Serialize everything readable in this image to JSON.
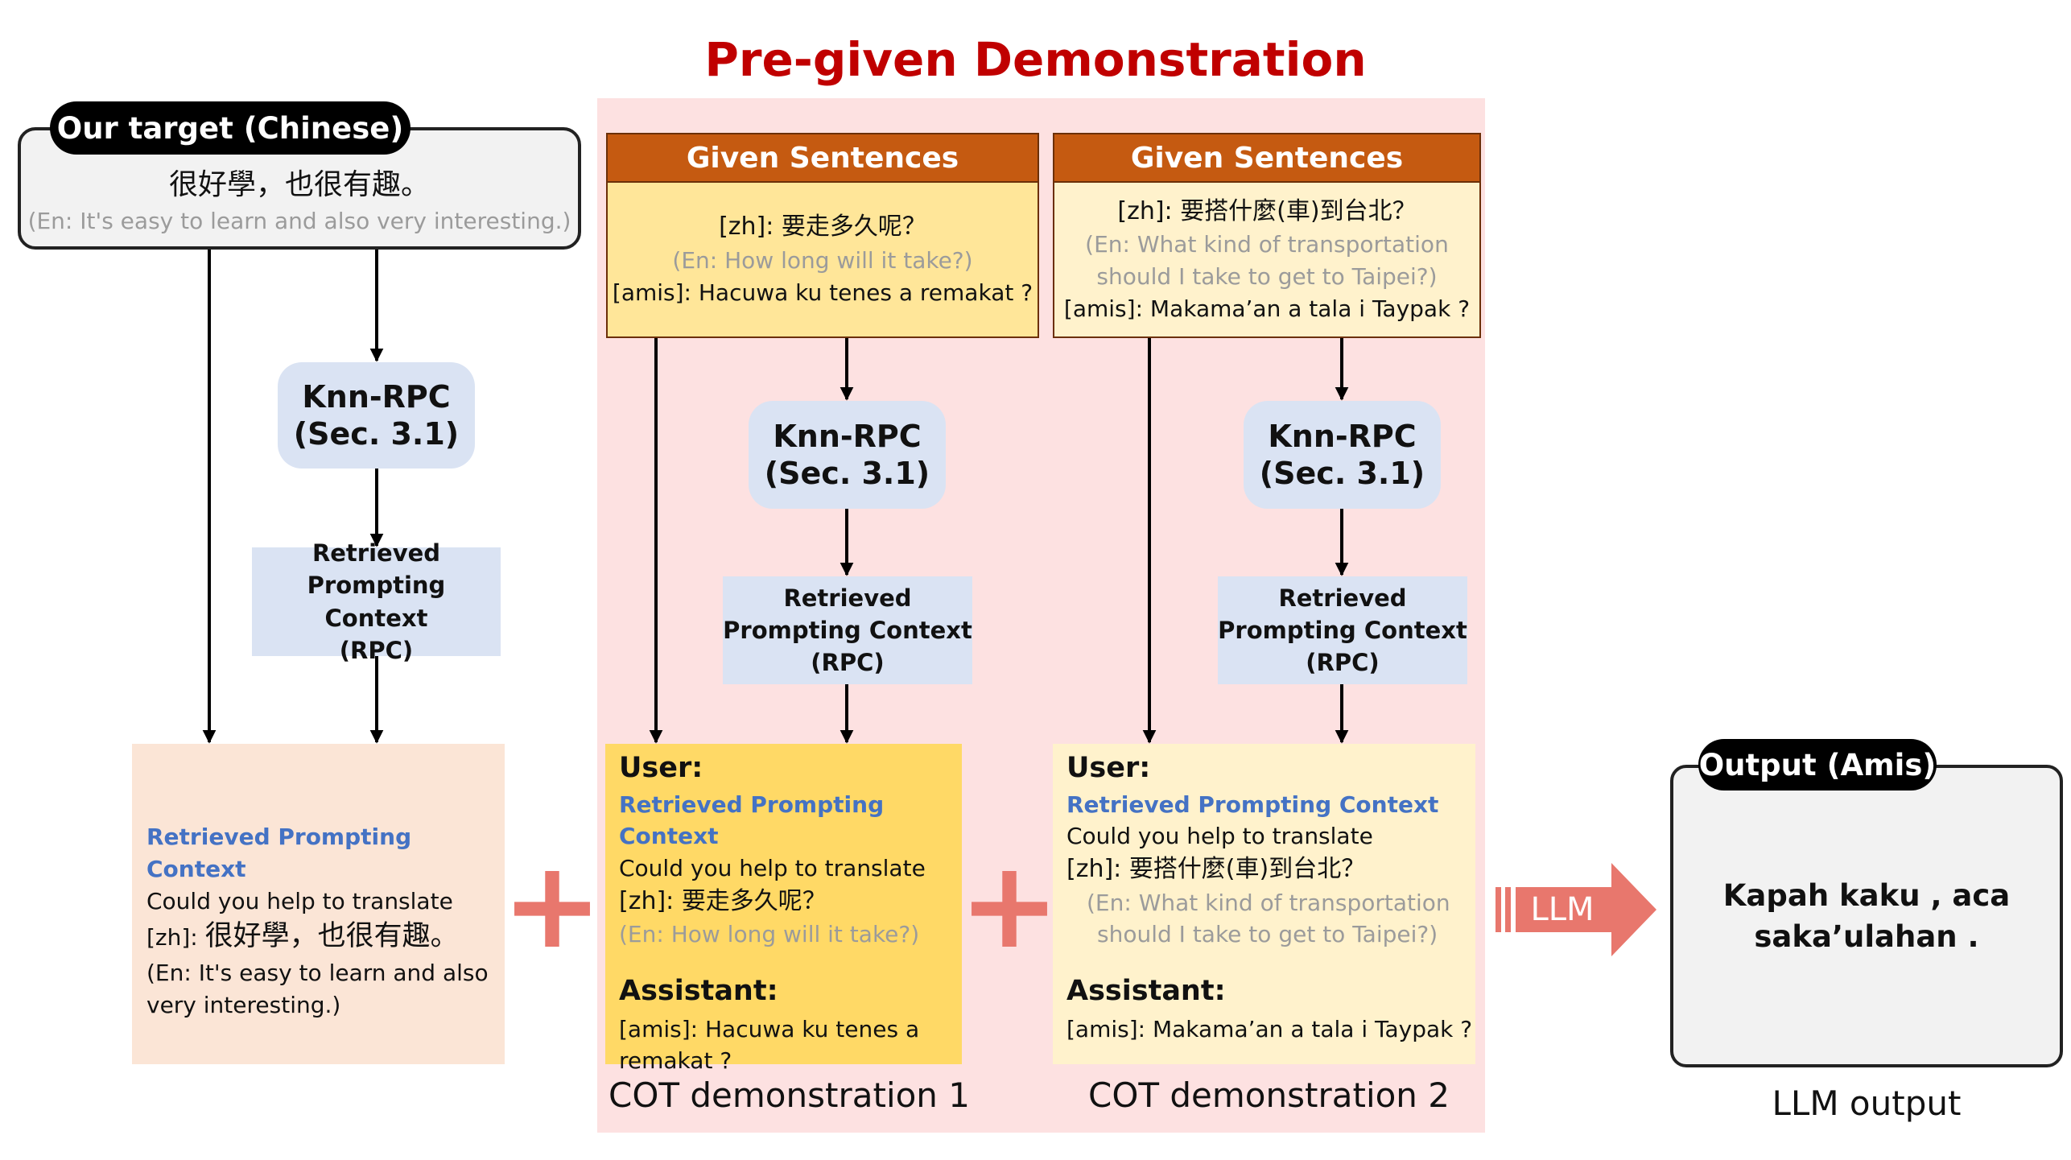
{
  "title": "Pre-given Demonstration",
  "target": {
    "label": "Our target (Chinese)",
    "zh": "很好學，也很有趣。",
    "en": "(En: It's easy to learn and also very interesting.)"
  },
  "knn": {
    "line1": "Knn-RPC",
    "line2": "(Sec. 3.1)"
  },
  "rpc": {
    "line1": "Retrieved",
    "line2": "Prompting Context",
    "line3": "(RPC)"
  },
  "query_block": {
    "rpc_label": "Retrieved Prompting Context",
    "instruction": "Could you help to translate",
    "zh_prefix": "[zh]: ",
    "zh": "很好學，也很有趣。",
    "en_line1": "(En: It's easy to learn and also",
    "en_line2": "very interesting.)"
  },
  "given_header": "Given Sentences",
  "given1": {
    "zh": "[zh]: 要走多久呢？",
    "en": "(En: How long will it take?)",
    "amis": "[amis]: Hacuwa ku tenes a remakat ?"
  },
  "given2": {
    "zh": "[zh]: 要搭什麼(車)到台北？",
    "en_line1": "(En: What kind of transportation",
    "en_line2": "should I take to get to Taipei?)",
    "amis": "[amis]:  Makama’an a tala i Taypak ?"
  },
  "demo1": {
    "user": "User:",
    "rpc_label": "Retrieved Prompting Context",
    "instruction": "Could you help to translate",
    "zh": "[zh]: 要走多久呢？",
    "en": "(En: How long will it take?)",
    "assistant": "Assistant:",
    "amis_line1": "[amis]: Hacuwa ku tenes a",
    "amis_line2": "remakat ?"
  },
  "demo2": {
    "user": "User:",
    "rpc_label": "Retrieved Prompting Context",
    "instruction": "Could you help to translate",
    "zh": "[zh]: 要搭什麼(車)到台北？",
    "en_line1": "(En: What kind of transportation",
    "en_line2": "should I take to get to Taipei?)",
    "assistant": "Assistant:",
    "amis": "[amis]: Makama’an a tala i Taypak ?"
  },
  "plus": "+",
  "caption1": "COT demonstration 1",
  "caption2": "COT demonstration 2",
  "llm": "LLM",
  "output": {
    "label": "Output (Amis)",
    "line1": "Kapah kaku , aca",
    "line2": "saka’ulahan ."
  },
  "output_caption": "LLM output",
  "colors": {
    "title_red": "#c00000",
    "pink_region": "#fde1e1",
    "given_header": "#c55a11",
    "given1_fill": "#ffe699",
    "given2_fill": "#fff2cc",
    "knn_blue": "#dae3f3",
    "peach": "#fbe5d6",
    "rpc_text_blue": "#4472c4",
    "plus_coral": "#e8776d",
    "gray_text": "#9b9b9b"
  }
}
